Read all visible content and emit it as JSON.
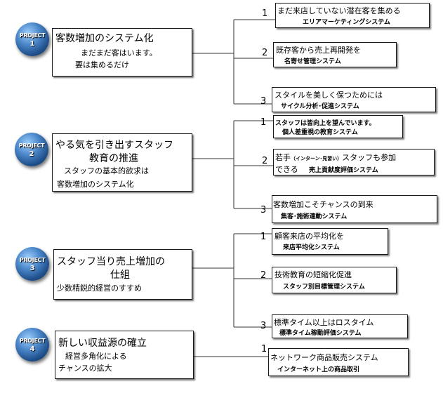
{
  "projects": [
    {
      "badge": "PROJECT",
      "num": "1",
      "title": "客数増加のシステム化",
      "sub1": "まだまだ客はいます。",
      "sub2": "要は集めるだけ",
      "items": [
        {
          "n": "1",
          "main": "まだ来店していない潜在客を集める",
          "sub": "エリアマーケティングシステム"
        },
        {
          "n": "2",
          "main": "既存客から売上再開発を",
          "sub": "名寄せ管理システム"
        },
        {
          "n": "3",
          "main": "スタイルを美しく保つためには",
          "sub": "サイクル分析･促進システム"
        }
      ]
    },
    {
      "badge": "PROJECT",
      "num": "2",
      "title1": "やる気を引き出すスタッフ",
      "title2": "教育の推進",
      "sub1": "スタッフの基本的欲求は",
      "sub2": "客数増加のシステム化",
      "items": [
        {
          "n": "1",
          "main": "スタッフは皆向上を望んでいます。",
          "sub": "個人差重視の教育システム"
        },
        {
          "n": "2",
          "main_a": "若手",
          "main_b": "（インターン･見習い）",
          "main_c": "スタッフも参加",
          "main2": "できる",
          "sub": "売上貢献度評価システム"
        },
        {
          "n": "3",
          "main": "客数増加こそチャンスの到来",
          "sub": "集客･施術連動システム"
        }
      ]
    },
    {
      "badge": "PROJECT",
      "num": "3",
      "title1": "スタッフ当り売上増加の",
      "title2": "仕組",
      "sub1": "少数精鋭的経営のすすめ",
      "items": [
        {
          "n": "1",
          "main": "顧客来店の平均化を",
          "sub": "来店平均化システム"
        },
        {
          "n": "2",
          "main": "技術教育の短縮化促進",
          "sub": "スタッフ別目標管理システム"
        },
        {
          "n": "3",
          "main": "標準タイム以上はロスタイム",
          "sub": "標準タイム稼動評価システム"
        }
      ]
    },
    {
      "badge": "PROJECT",
      "num": "4",
      "title": "新しい収益源の確立",
      "sub1": "経営多角化による",
      "sub2": "チャンスの拡大",
      "items": [
        {
          "n": "1",
          "main": "ネットワーク商品販売システム",
          "sub": "インターネット上の商品取引"
        }
      ]
    }
  ]
}
